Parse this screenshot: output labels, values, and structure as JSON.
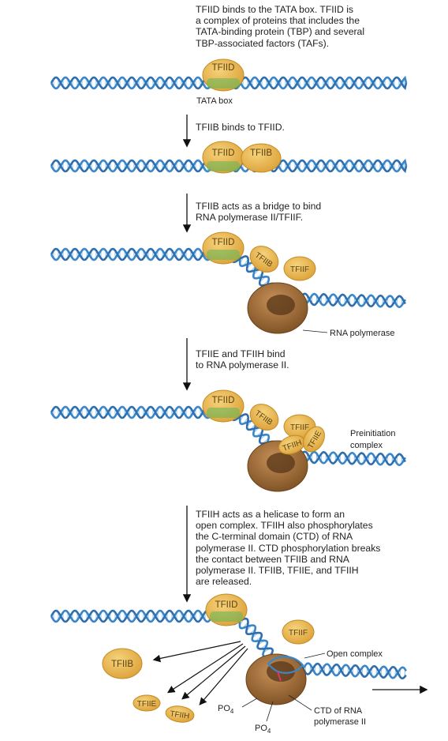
{
  "steps": [
    {
      "text": "TFIID binds to the TATA box. TFIID is\na complex of proteins that includes the\nTATA-binding protein (TBP) and several\nTBP-associated factors (TAFs)."
    },
    {
      "text": "TFIIB binds to TFIID."
    },
    {
      "text": "TFIIB acts as a bridge to bind\nRNA polymerase II/TFIIF."
    },
    {
      "text": "TFIIE and TFIIH bind\nto RNA polymerase II."
    },
    {
      "text": "TFIIH acts as a helicase to form an\nopen complex. TFIIH also phosphorylates\nthe C-terminal domain (CTD) of RNA\npolymerase II. CTD phosphorylation breaks\nthe contact between TFIIB and RNA\npolymerase II. TFIIB, TFIIE, and TFIIH\nare released."
    }
  ],
  "factors": {
    "tfiid": "TFIID",
    "tfiib": "TFIIB",
    "tfiif": "TFIIF",
    "tfiie": "TFIIE",
    "tfiih": "TFIIH"
  },
  "labels": {
    "tata_box": "TATA box",
    "rna_polymerase": "RNA polymerase",
    "preinitiation_line1": "Preinitiation",
    "preinitiation_line2": "complex",
    "open_complex": "Open complex",
    "po4_a": "PO",
    "po4_b": "PO",
    "po4_sub": "4",
    "ctd_line1": "CTD of RNA",
    "ctd_line2": "polymerase II"
  },
  "colors": {
    "dna_blue": "#3a86c8",
    "dna_light": "#9fcdf0",
    "tata_green": "#5fb85a",
    "factor_gold": "#e9b648",
    "factor_stroke": "#c48b22",
    "polymerase_brown": "#9a6a35",
    "polymerase_dark": "#5c3a1a",
    "arrow": "#111111",
    "phosphate_red": "#d23a6a"
  },
  "icons": [
    "down-arrow-icon",
    "right-arrow-icon"
  ]
}
